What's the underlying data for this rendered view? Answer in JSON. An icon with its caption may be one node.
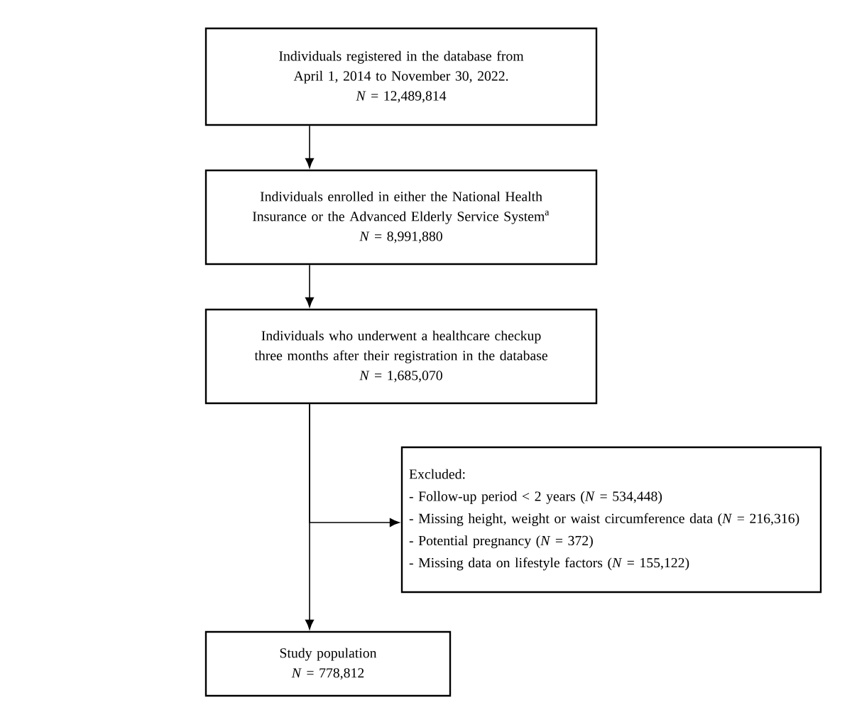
{
  "diagram": {
    "nodes": [
      {
        "text": [
          "Individuals registered in the database from April 1, 2014 to November 30, 2022.",
          "*N* = 12,489,814"
        ]
      },
      {
        "text": [
          "Individuals enrolled in either the National Health Insurance or the Advanced Elderly Service System$^{a}$",
          "*N* = 8,991,880"
        ]
      },
      {
        "text": [
          "Individuals who underwent a healthcare checkup three months after their registration in the database",
          "*N* = 1,685,070"
        ]
      },
      {
        "text": [
          "Excluded:",
          "- Follow-up period < 2 years (*N* = 534,448)",
          "- Missing height, weight or waist circumference data (*N* = 216,316)",
          "- Potential pregnancy (*N* = 372)",
          "- Missing data on lifestyle factors (*N* = 155,122)"
        ]
      },
      {
        "text": [
          "Study population",
          "*N* = 778,812"
        ]
      }
    ],
    "edges": [
      {
        "from": 0,
        "to": 1,
        "arrow": "to"
      },
      {
        "from": 1,
        "to": 2,
        "arrow": "to"
      },
      {
        "from": 2,
        "to": 3,
        "arrow": "to"
      },
      {
        "from": 2,
        "to": 4,
        "arrow": "to"
      }
    ]
  }
}
